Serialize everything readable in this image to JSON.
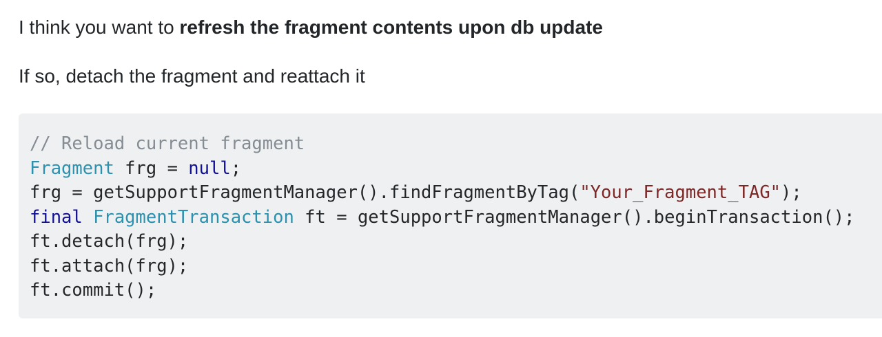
{
  "paragraph1": {
    "prefix": "I think you want to ",
    "bold": "refresh the fragment contents upon db update"
  },
  "paragraph2": {
    "text": "If so, detach the fragment and reattach it"
  },
  "code": {
    "line1": {
      "comment": "// Reload current fragment"
    },
    "line2": {
      "type": "Fragment",
      "middle": " frg = ",
      "keyword": "null",
      "end": ";"
    },
    "line3": {
      "start": "frg = getSupportFragmentManager().findFragmentByTag(",
      "string": "\"Your_Fragment_TAG\"",
      "end": ");"
    },
    "line4": {
      "keyword": "final",
      "space": " ",
      "type": "FragmentTransaction",
      "end": " ft = getSupportFragmentManager().beginTransaction();"
    },
    "line5": {
      "text": "ft.detach(frg);"
    },
    "line6": {
      "text": "ft.attach(frg);"
    },
    "line7": {
      "text": "ft.commit();"
    }
  },
  "colors": {
    "comment": "#858c93",
    "type": "#2b91af",
    "keyword": "#101094",
    "string": "#7d2727",
    "code_background": "#eff0f1"
  }
}
